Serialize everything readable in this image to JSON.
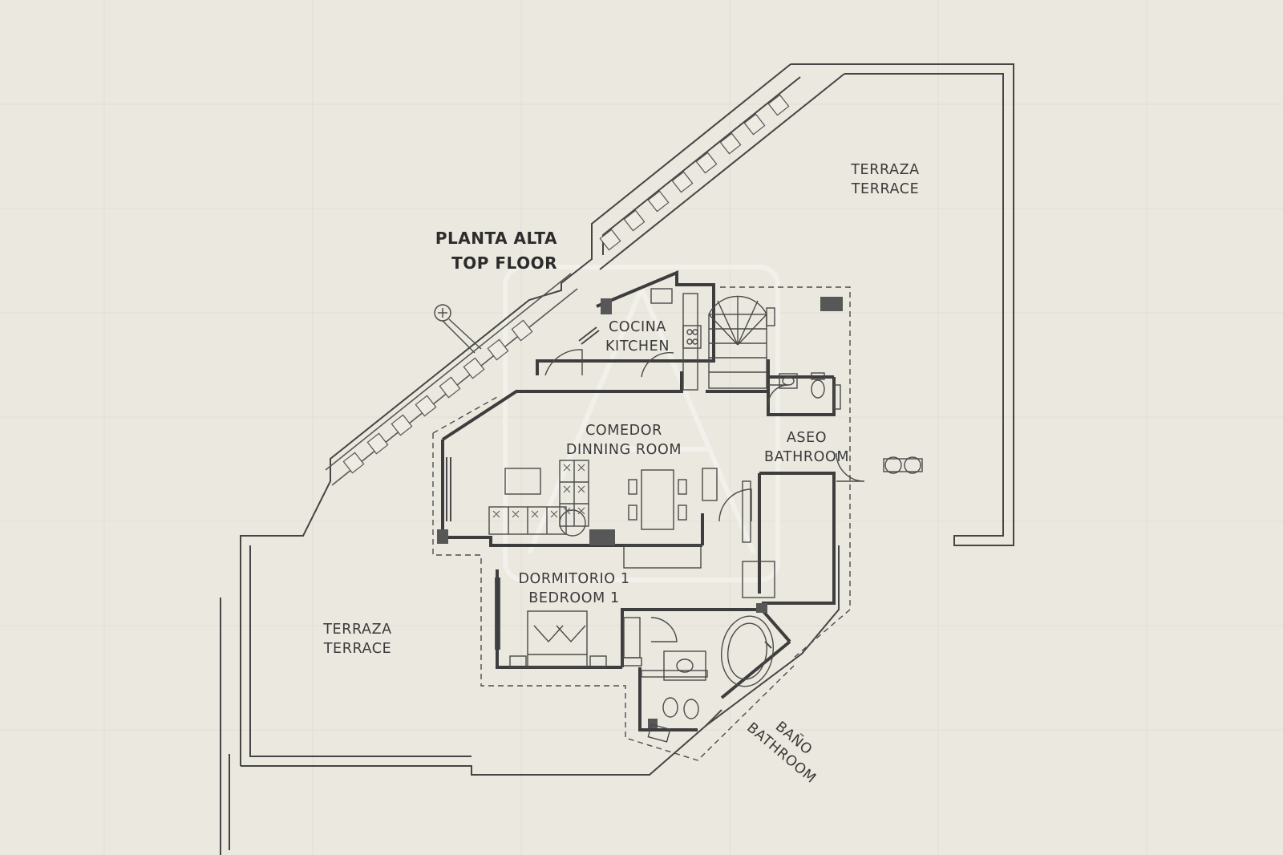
{
  "title": {
    "line1": "PLANTA ALTA",
    "line2": "TOP FLOOR"
  },
  "rooms": [
    {
      "id": "terrace-ne",
      "es": "TERRAZA",
      "en": "TERRACE"
    },
    {
      "id": "kitchen",
      "es": "COCINA",
      "en": "KITCHEN"
    },
    {
      "id": "dining",
      "es": "COMEDOR",
      "en": "DINNING ROOM"
    },
    {
      "id": "toilet",
      "es": "ASEO",
      "en": "BATHROOM"
    },
    {
      "id": "bedroom",
      "es": "DORMITORIO 1",
      "en": "BEDROOM 1"
    },
    {
      "id": "terrace-sw",
      "es": "TERRAZA",
      "en": "TERRACE"
    },
    {
      "id": "bathroom",
      "es": "BAÑO",
      "en": "BATHROOM"
    }
  ],
  "colors": {
    "background": "#ebe8df",
    "wall": "#3d3d3d",
    "column": "#555555",
    "text": "#2c2c2c"
  }
}
